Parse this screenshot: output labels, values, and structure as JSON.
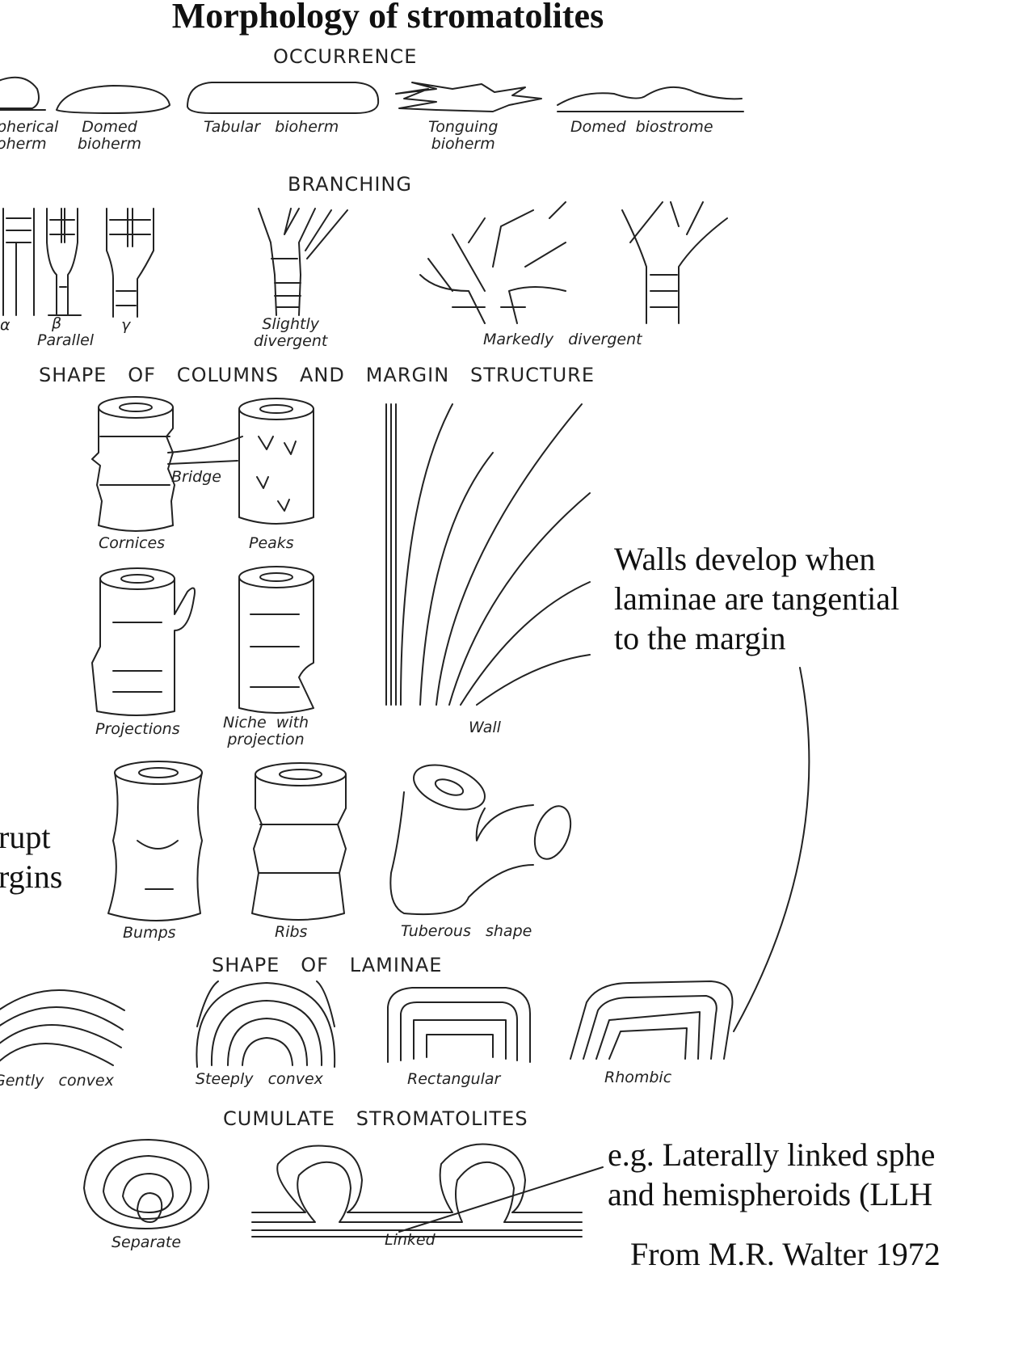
{
  "title": "Morphology of stromatolites",
  "sections": {
    "occurrence": "OCCURRENCE",
    "branching": "BRANCHING",
    "columns": "SHAPE   OF   COLUMNS   AND   MARGIN   STRUCTURE",
    "laminae": "SHAPE   OF   LAMINAE",
    "cumulate": "CUMULATE   STROMATOLITES"
  },
  "occurrence_labels": {
    "spherical": "pherical\noherm",
    "domed": "Domed\nbioherm",
    "tabular": "Tabular   bioherm",
    "tonguing": "Tonguing\nbioherm",
    "biostrome": "Domed  biostrome"
  },
  "branching_labels": {
    "alpha": "α",
    "beta": "β",
    "parallel": "Parallel",
    "gamma": "γ",
    "slightly": "Slightly\ndivergent",
    "markedly": "Markedly   divergent"
  },
  "column_labels": {
    "bridge": "Bridge",
    "cornices": "Cornices",
    "peaks": "Peaks",
    "projections": "Projections",
    "niche": "Niche  with\nprojection",
    "wall": "Wall",
    "bumps": "Bumps",
    "ribs": "Ribs",
    "tuberous": "Tuberous   shape"
  },
  "laminae_labels": {
    "gently": "Gently   convex",
    "steeply": "Steeply   convex",
    "rectangular": "Rectangular",
    "rhombic": "Rhombic"
  },
  "cumulate_labels": {
    "separate": "Separate",
    "linked": "Linked"
  },
  "notes": {
    "walls": "Walls develop when\nlaminae are tangential\nto the margin",
    "abrupt": "rupt\nrgins",
    "eg": "e.g. Laterally linked sphe\nand hemispheroids (LLH",
    "source": "From M.R. Walter 1972"
  }
}
